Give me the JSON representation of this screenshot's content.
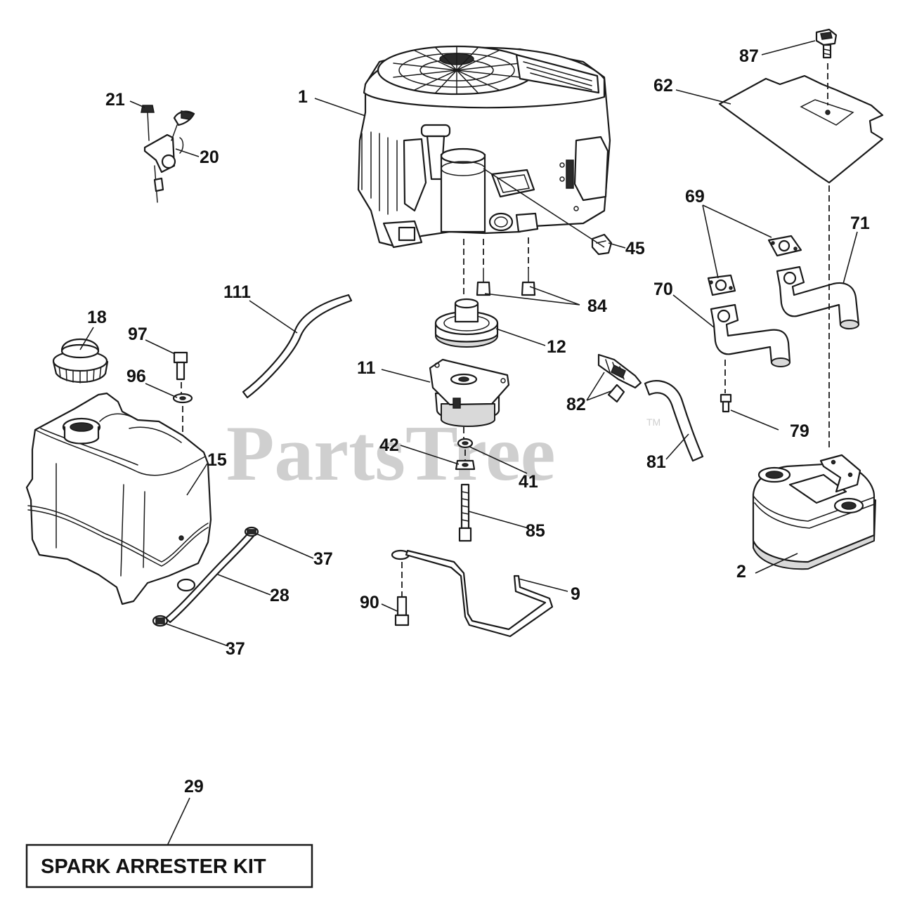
{
  "watermark": {
    "text": "PartsTree",
    "trademark": "TM"
  },
  "callouts": {
    "c1": "1",
    "c2": "2",
    "c9": "9",
    "c11": "11",
    "c12": "12",
    "c15": "15",
    "c18": "18",
    "c20": "20",
    "c21": "21",
    "c28": "28",
    "c29": "29",
    "c37a": "37",
    "c37b": "37",
    "c41": "41",
    "c42": "42",
    "c45": "45",
    "c62": "62",
    "c69": "69",
    "c70": "70",
    "c71": "71",
    "c79": "79",
    "c81": "81",
    "c82": "82",
    "c84": "84",
    "c85": "85",
    "c87": "87",
    "c90": "90",
    "c96": "96",
    "c97": "97",
    "c111": "111"
  },
  "spark_arrester_box": {
    "label": "SPARK ARRESTER KIT"
  }
}
